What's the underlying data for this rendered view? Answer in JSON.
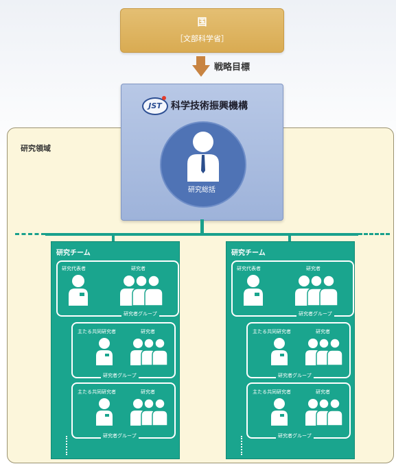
{
  "country": {
    "name": "国",
    "ministry": "［文部科学省］"
  },
  "strategy_label": "戦略目標",
  "jst": {
    "logo": "JST",
    "name": "科学技術振興機構",
    "director": "研究総括"
  },
  "research_area_label": "研究領域",
  "teams": [
    {
      "title": "研究チーム",
      "rep_label": "研究代表者",
      "researcher_label": "研究者",
      "main_group_label": "研究者グループ",
      "sub_groups": [
        {
          "lead_label": "主たる共同研究者",
          "researcher_label": "研究者",
          "group_label": "研究者グループ"
        },
        {
          "lead_label": "主たる共同研究者",
          "researcher_label": "研究者",
          "group_label": "研究者グループ"
        }
      ]
    },
    {
      "title": "研究チーム",
      "rep_label": "研究代表者",
      "researcher_label": "研究者",
      "main_group_label": "研究者グループ",
      "sub_groups": [
        {
          "lead_label": "主たる共同研究者",
          "researcher_label": "研究者",
          "group_label": "研究者グループ"
        },
        {
          "lead_label": "主たる共同研究者",
          "researcher_label": "研究者",
          "group_label": "研究者グループ"
        }
      ]
    }
  ],
  "colors": {
    "country": "#dcb060",
    "arrow": "#c88442",
    "jst": "#aabde0",
    "director_circle": "#4f73b5",
    "team": "#1aa58e",
    "research_area": "#fcf6db"
  },
  "icons": {
    "person": "person-icon",
    "researcher_group": "researchers-group-icon",
    "director": "director-person-icon",
    "logo": "jst-logo-icon"
  }
}
